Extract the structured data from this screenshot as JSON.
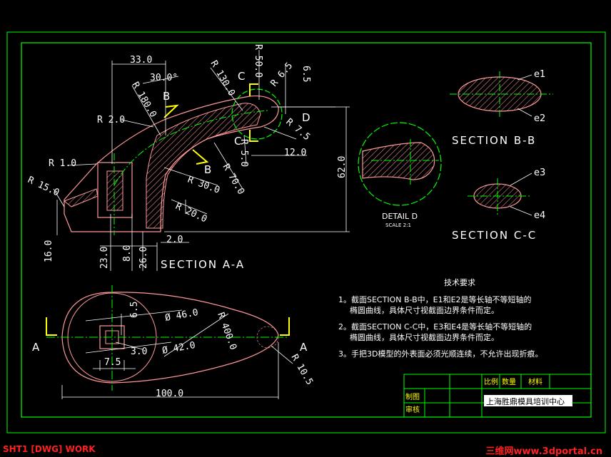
{
  "dimensions": {
    "d33": "33.0",
    "d30deg": "30.0°",
    "dR180": "R 180.0",
    "dR130": "R 130.0",
    "dR50": "R 50.0",
    "dR65": "R 6.5",
    "d65": "6.5",
    "dR20": "R 2.0",
    "dR10": "R 1.0",
    "dR15": "R 15.0",
    "dR75": "R 7.5",
    "dR5": "R 5.0",
    "d12": "12.0",
    "dR70": "R 70.0",
    "dR30": "R 30.0",
    "dR20b": "R 20.0",
    "d62": "62.0",
    "d2": "2.0",
    "d16": "16.0",
    "d23": "23.0",
    "d8": "8.0",
    "d26": "26.0",
    "d65b": "6.5",
    "dphi46": "Ø 46.0",
    "dphi42": "Ø 42.0",
    "dR400": "R 400.0",
    "d3": "3.0",
    "d75": "7.5",
    "dR105": "R 10.5",
    "d100": "100.0"
  },
  "labels": {
    "B1": "B",
    "B2": "B",
    "C1": "C",
    "C2": "C",
    "D": "D",
    "A1": "A",
    "A2": "A",
    "e1": "e1",
    "e2": "e2",
    "e3": "e3",
    "e4": "e4"
  },
  "sections": {
    "aa": "SECTION  A-A",
    "bb": "SECTION  B-B",
    "cc": "SECTION  C-C",
    "detail": "DETAIL D",
    "scale": "SCALE  2:1"
  },
  "notes": {
    "title": "技术要求",
    "n1a": "1。截面SECTION  B-B中，E1和E2是等长轴不等短轴的",
    "n1b": "椭圆曲线，具体尺寸视截面边界条件而定。",
    "n2a": "2。截面SECTION  C-C中，E3和E4是等长轴不等短轴的",
    "n2b": "椭圆曲线，具体尺寸视截面边界条件而定。",
    "n3": "3。手把3D模型的外表面必须光顺连续，不允许出现折痕。"
  },
  "titleblock": {
    "h1": "比例",
    "h2": "数量",
    "h3": "材料",
    "drawn": "制图",
    "checked": "审核",
    "company": "上海胜鼎模具培训中心"
  },
  "status": {
    "left": "SHT1 [DWG] WORK",
    "right": "三维网www.3dportal.cn"
  },
  "colors": {
    "border": "#00ff00",
    "part": "#ff9999",
    "dimension": "#ffffff",
    "centerline": "#00ff00",
    "section_arrow": "#ffff00",
    "status": "#ff2020"
  }
}
